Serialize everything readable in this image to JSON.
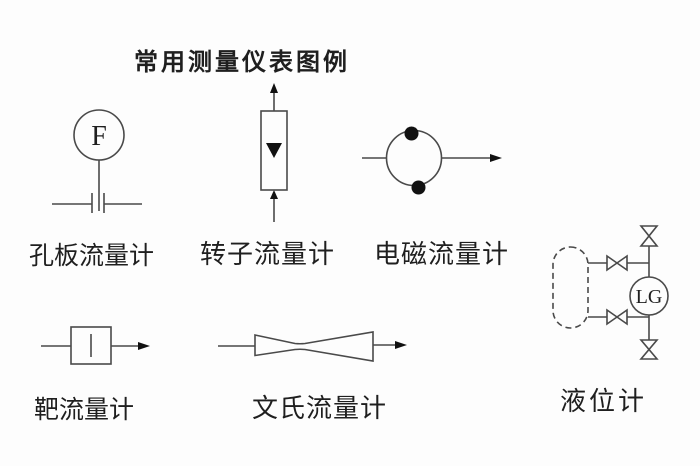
{
  "title": "常用测量仪表图例",
  "colors": {
    "background": "#fdfdfd",
    "line": "#4a4a4a",
    "text": "#1f1f1f",
    "filled_shape": "#111111"
  },
  "symbols": {
    "orifice": {
      "label": "孔板流量计",
      "tag": "F"
    },
    "rotameter": {
      "label": "转子流量计"
    },
    "electromagnetic": {
      "label": "电磁流量计"
    },
    "target": {
      "label": "靶流量计"
    },
    "venturi": {
      "label": "文氏流量计"
    },
    "level_gauge": {
      "label": "液位计",
      "tag": "LG"
    }
  }
}
